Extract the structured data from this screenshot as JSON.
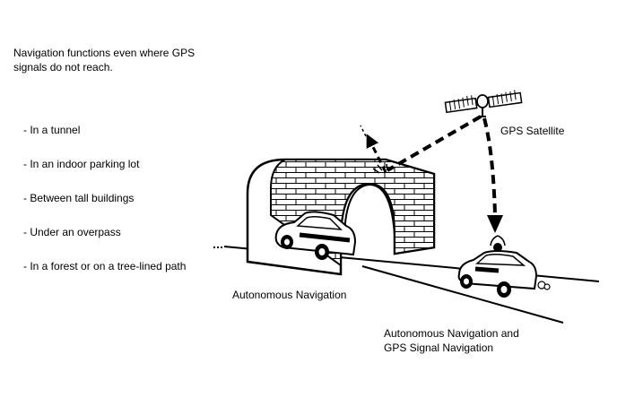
{
  "intro": {
    "line1": "Navigation functions even where GPS",
    "line2": "signals do not reach."
  },
  "situations": [
    "- In a tunnel",
    "- In an indoor parking lot",
    "- Between tall buildings",
    "- Under an overpass",
    "- In a forest or on a tree-lined path"
  ],
  "labels": {
    "satellite": "GPS Satellite",
    "autonomous": "Autonomous Navigation",
    "combined_line1": "Autonomous Navigation and",
    "combined_line2": "GPS Signal Navigation"
  }
}
